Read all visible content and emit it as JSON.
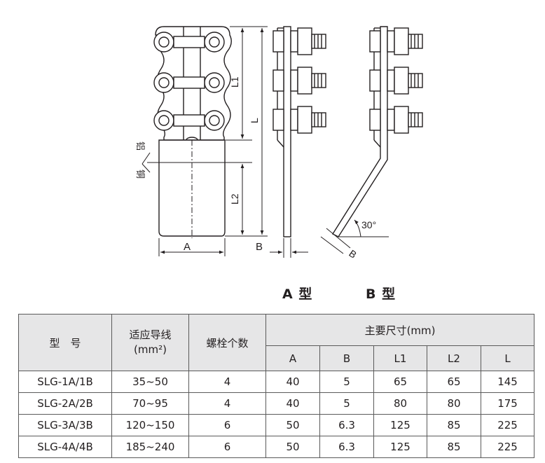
{
  "drawing": {
    "dim_labels": {
      "L1": "L1",
      "L": "L",
      "L2": "L2",
      "A": "A",
      "B_a": "B",
      "B_b": "B",
      "angle": "30°"
    },
    "material_labels": {
      "aluminum": "铝",
      "copper": "铜"
    }
  },
  "type_labels": {
    "a": "A 型",
    "b": "B 型"
  },
  "table": {
    "headers": {
      "model": "型　号",
      "wire_line1": "适应导线",
      "wire_line2": "(mm²)",
      "bolts": "螺栓个数",
      "dims_group": "主要尺寸(mm)",
      "dim_cols": [
        "A",
        "B",
        "L1",
        "L2",
        "L"
      ]
    },
    "rows": [
      {
        "model": "SLG-1A/1B",
        "wire": "35~50",
        "bolts": "4",
        "A": "40",
        "B": "5",
        "L1": "65",
        "L2": "65",
        "L": "145"
      },
      {
        "model": "SLG-2A/2B",
        "wire": "70~95",
        "bolts": "4",
        "A": "40",
        "B": "5",
        "L1": "80",
        "L2": "80",
        "L": "175"
      },
      {
        "model": "SLG-3A/3B",
        "wire": "120~150",
        "bolts": "6",
        "A": "50",
        "B": "6.3",
        "L1": "125",
        "L2": "85",
        "L": "225"
      },
      {
        "model": "SLG-4A/4B",
        "wire": "185~240",
        "bolts": "6",
        "A": "50",
        "B": "6.3",
        "L1": "125",
        "L2": "85",
        "L": "225"
      }
    ]
  }
}
